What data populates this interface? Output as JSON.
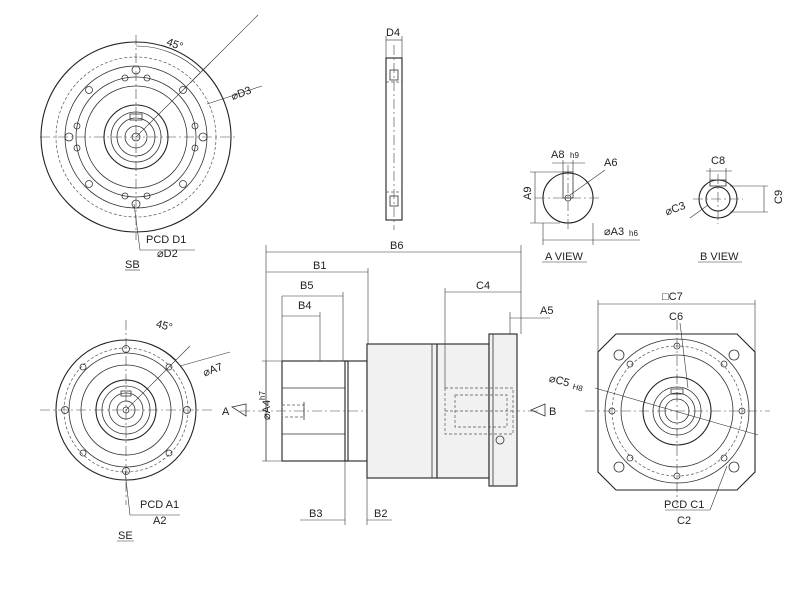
{
  "labels": {
    "D4": "D4",
    "angle_top": "45°",
    "D3": "⌀D3",
    "pcd_d1": "PCD D1",
    "d2": "⌀D2",
    "sb": "SB",
    "a8": "A8",
    "a8_tol": "h9",
    "a6": "A6",
    "a9": "A9",
    "a3": "⌀A3",
    "a3_tol": "h6",
    "a_view": "A VIEW",
    "c8": "C8",
    "c3": "⌀C3",
    "c9": "C9",
    "b_view": "B VIEW",
    "b6": "B6",
    "b1": "B1",
    "b5": "B5",
    "b4": "B4",
    "c4": "C4",
    "a5": "A5",
    "c7": "□C7",
    "c6": "C6",
    "angle_bottom": "45°",
    "a7": "⌀A7",
    "c5": "⌀C5",
    "c5_tol": "H8",
    "a_arrow": "A",
    "b_arrow": "B",
    "a4": "⌀A4",
    "a4_tol": "h7",
    "pcd_a1": "PCD A1",
    "a2": "A2",
    "se": "SE",
    "b3": "B3",
    "b2": "B2",
    "pcd_c1": "PCD C1",
    "c2": "C2"
  }
}
